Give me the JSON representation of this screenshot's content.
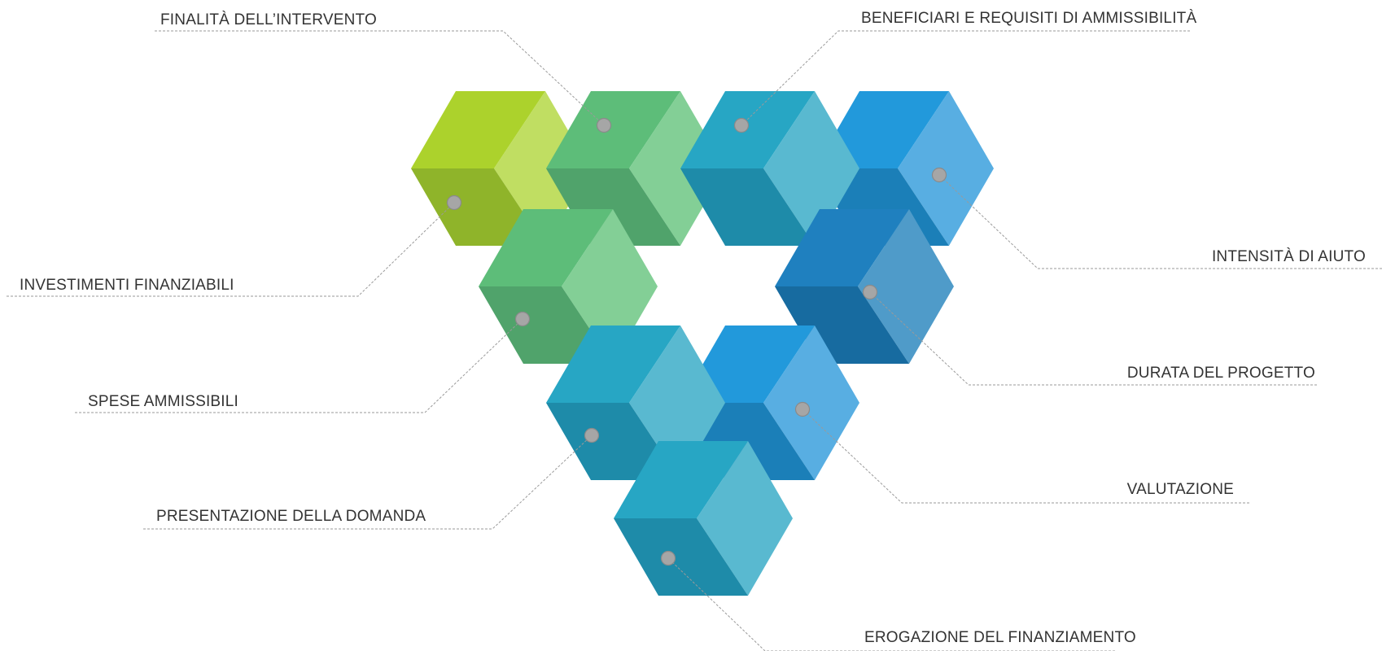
{
  "labels": {
    "finalita": "FINALITÀ DELL’INTERVENTO",
    "beneficiari": "BENEFICIARI E REQUISITI DI AMMISSIBILITÀ",
    "intensita": "INTENSITÀ DI AIUTO",
    "investimenti": "INVESTIMENTI FINANZIABILI",
    "durata": "DURATA DEL PROGETTO",
    "spese": "SPESE AMMISSIBILI",
    "valutazione": "VALUTAZIONE",
    "presentazione": "PRESENTAZIONE DELLA DOMANDA",
    "erogazione": "EROGAZIONE DEL FINANZIAMENTO"
  },
  "palettes": {
    "lime": {
      "top": "#acd22c",
      "right": "#c0de62",
      "front": "#8fb42a"
    },
    "green": {
      "top": "#5dbd79",
      "right": "#83cf96",
      "front": "#50a36b"
    },
    "teal": {
      "top": "#27a6c4",
      "right": "#59b9d0",
      "front": "#1e8ba9"
    },
    "blue": {
      "top": "#2299db",
      "right": "#58aee2",
      "front": "#1b7fb8"
    },
    "steel": {
      "top": "#1f80bf",
      "right": "#4f9bc9",
      "front": "#176ba0"
    }
  }
}
